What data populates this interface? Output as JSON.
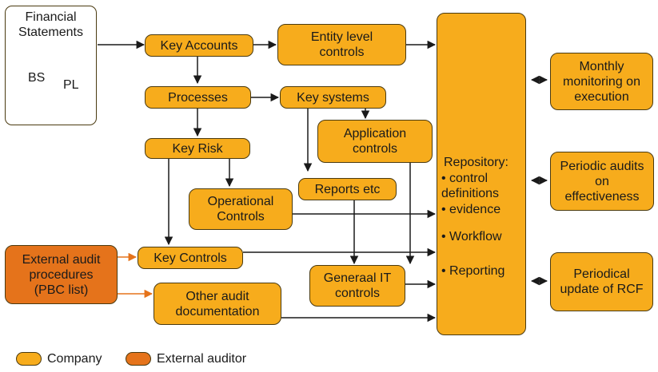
{
  "financial_statements": {
    "title": "Financial\nStatements",
    "documents": [
      "BS",
      "PL"
    ]
  },
  "nodes": {
    "key_accounts": "Key Accounts",
    "entity_level_controls": "Entity level\ncontrols",
    "processes": "Processes",
    "key_systems": "Key systems",
    "application_controls": "Application\ncontrols",
    "key_risk": "Key Risk",
    "operational_controls": "Operational\nControls",
    "reports_etc": "Reports etc",
    "external_audit_procedures": "External audit\nprocedures\n(PBC list)",
    "key_controls": "Key Controls",
    "generaal_it_controls": "Generaal IT\ncontrols",
    "other_audit_documentation": "Other audit\ndocumentation",
    "monthly_monitoring": "Monthly\nmonitoring on\nexecution",
    "periodic_audits": "Periodic audits\non\neffectiveness",
    "periodical_update": "Periodical\nupdate of RCF"
  },
  "repository": {
    "title": "Repository:",
    "items": [
      "• control\n  definitions",
      "• evidence",
      "• Workflow",
      "• Reporting"
    ]
  },
  "legend": {
    "company": "Company",
    "external_auditor": "External auditor"
  },
  "colors": {
    "company": "#f7ac1c",
    "external_auditor": "#e5731b",
    "arrow": "#1a1a1a",
    "arrow_external": "#e5731b"
  }
}
